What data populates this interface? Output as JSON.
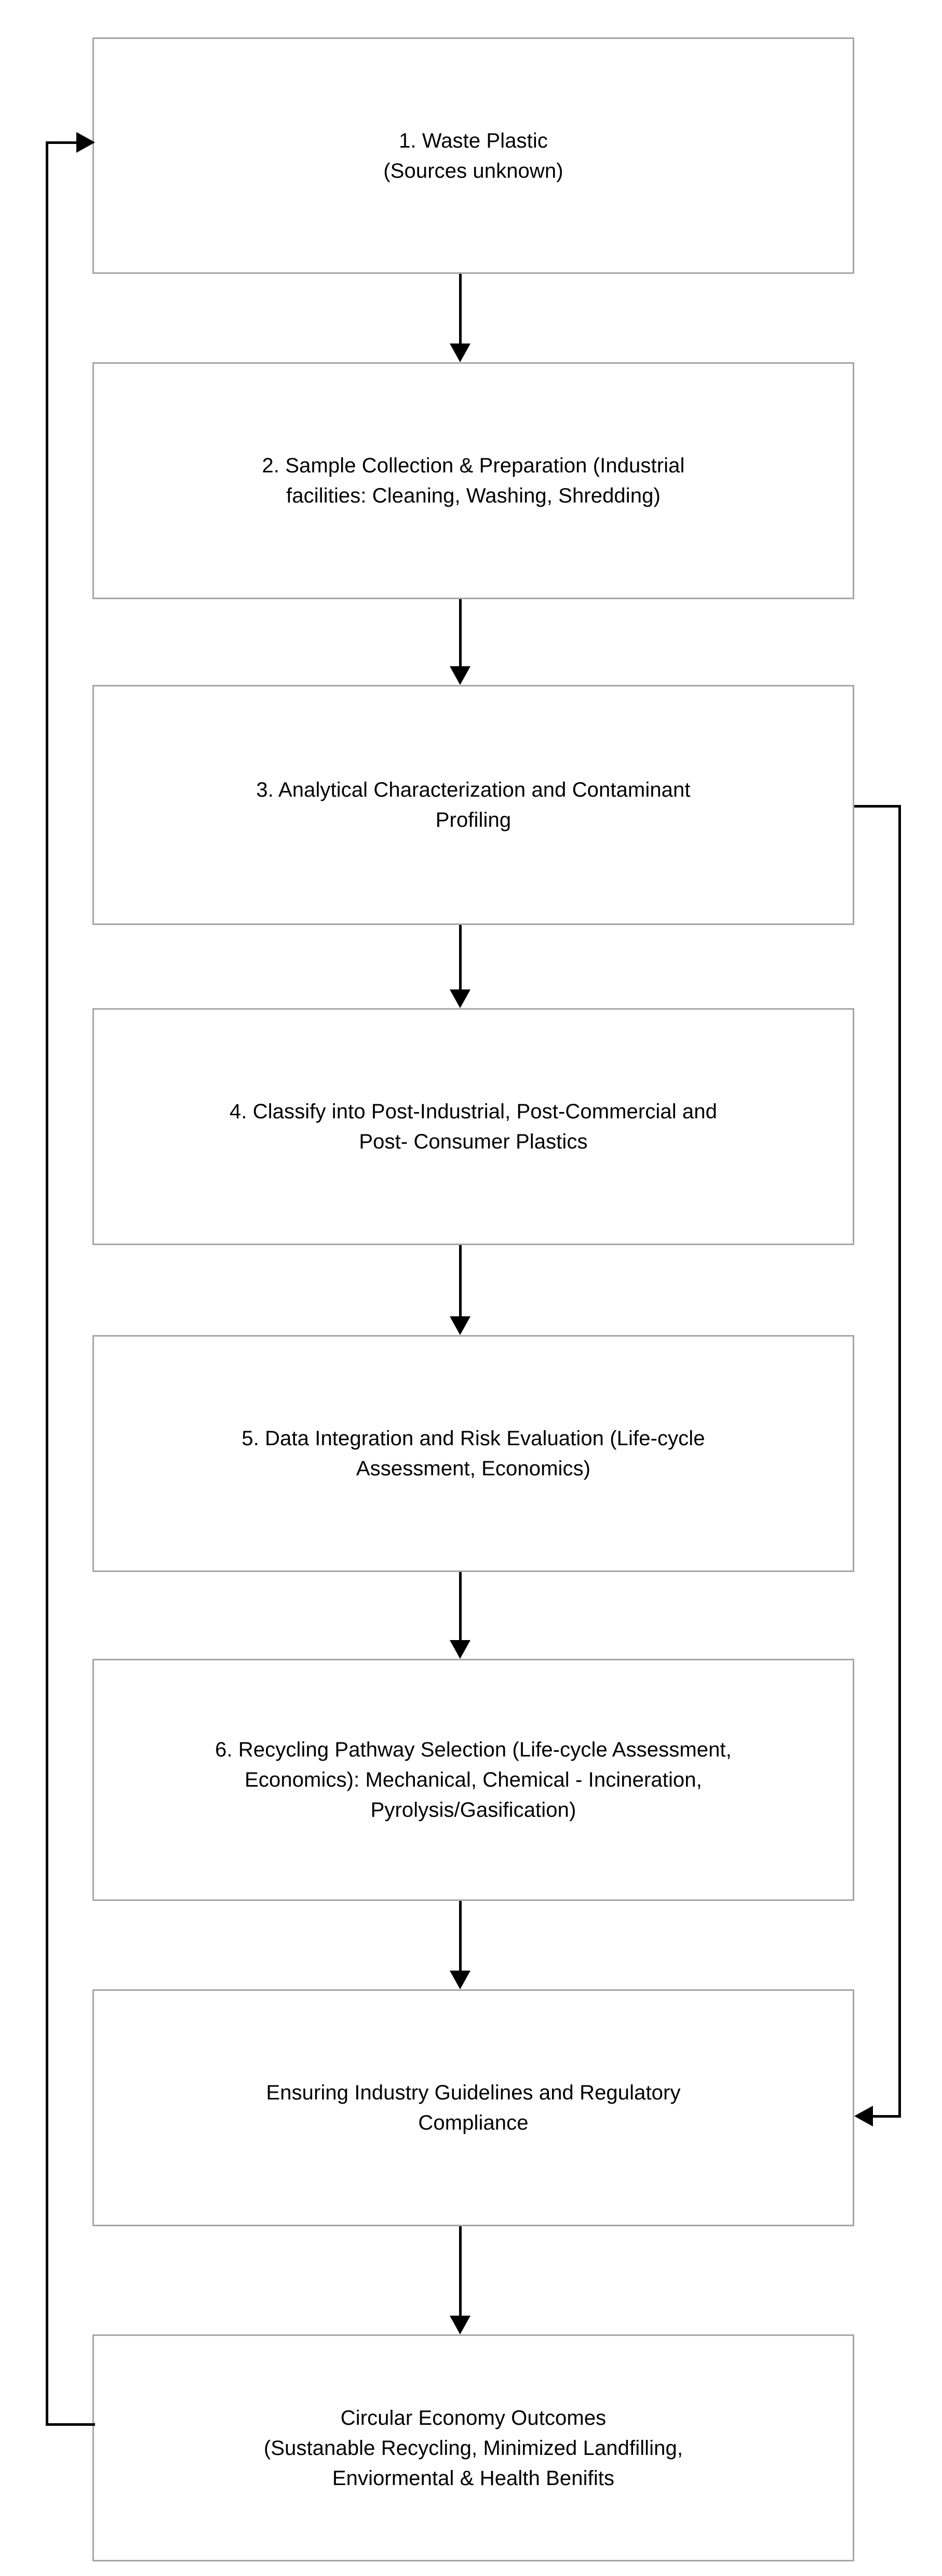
{
  "diagram": {
    "type": "flowchart",
    "orientation": "vertical",
    "colors": {
      "node_border": "#a6a6a6",
      "node_fill": "#ffffff",
      "connector": "#000000",
      "text": "#000000",
      "background": "#ffffff"
    },
    "nodes": [
      {
        "id": "node-1",
        "name": "waste-plastic",
        "label": "1. Waste Plastic\n(Sources unknown)"
      },
      {
        "id": "node-2",
        "name": "sample-collection-preparation",
        "label": "2. Sample Collection & Preparation (Industrial\nfacilities: Cleaning, Washing, Shredding)"
      },
      {
        "id": "node-3",
        "name": "analytical-characterization",
        "label": "3. Analytical Characterization and Contaminant\nProfiling"
      },
      {
        "id": "node-4",
        "name": "classify-plastics",
        "label": "4. Classify into Post-Industrial, Post-Commercial and\nPost- Consumer Plastics"
      },
      {
        "id": "node-5",
        "name": "data-integration-risk-evaluation",
        "label": "5. Data Integration and Risk Evaluation (Life-cycle\nAssessment, Economics)"
      },
      {
        "id": "node-6",
        "name": "recycling-pathway-selection",
        "label": "6. Recycling Pathway Selection (Life-cycle Assessment,\nEconomics): Mechanical, Chemical - Incineration,\nPyrolysis/Gasification)"
      },
      {
        "id": "node-7",
        "name": "industry-guidelines-compliance",
        "label": "Ensuring Industry Guidelines and Regulatory\nCompliance"
      },
      {
        "id": "node-8",
        "name": "circular-economy-outcomes",
        "label": "Circular Economy Outcomes\n(Sustanable Recycling, Minimized Landfilling,\nEnviormental & Health Benifits"
      }
    ],
    "edges": [
      {
        "name": "edge-1-to-2",
        "from": "node-1",
        "to": "node-2",
        "style": "straight-down-arrow"
      },
      {
        "name": "edge-2-to-3",
        "from": "node-2",
        "to": "node-3",
        "style": "straight-down-arrow"
      },
      {
        "name": "edge-3-to-4",
        "from": "node-3",
        "to": "node-4",
        "style": "straight-down-arrow"
      },
      {
        "name": "edge-4-to-5",
        "from": "node-4",
        "to": "node-5",
        "style": "straight-down-arrow"
      },
      {
        "name": "edge-5-to-6",
        "from": "node-5",
        "to": "node-6",
        "style": "straight-down-arrow"
      },
      {
        "name": "edge-6-to-7",
        "from": "node-6",
        "to": "node-7",
        "style": "straight-down-arrow"
      },
      {
        "name": "edge-7-to-8",
        "from": "node-7",
        "to": "node-8",
        "style": "straight-down-arrow"
      },
      {
        "name": "edge-3-to-7-feedback",
        "from": "node-3",
        "to": "node-7",
        "style": "right-side-loop-arrow"
      },
      {
        "name": "edge-8-to-1-feedback",
        "from": "node-8",
        "to": "node-1",
        "style": "left-side-loop-arrow"
      }
    ]
  }
}
